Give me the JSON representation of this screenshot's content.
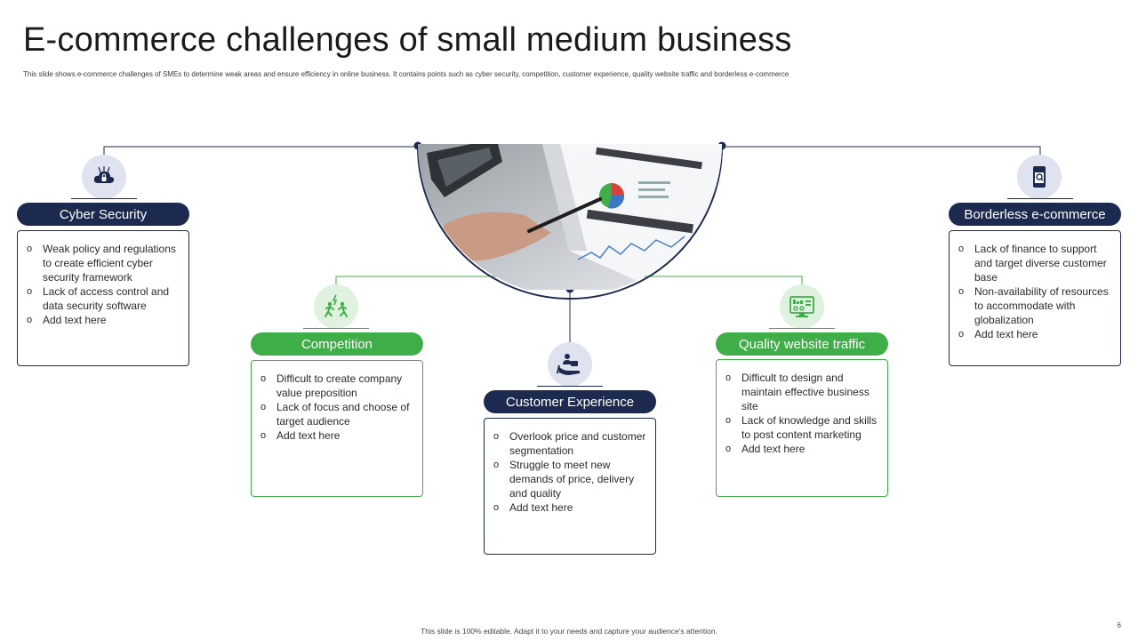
{
  "title": "E-commerce challenges of small medium business",
  "subtitle": "This slide shows e-commerce challenges of SMEs to determine weak areas and ensure efficiency in online business. It contains points such as cyber security, competition, customer experience, quality website traffic and borderless e-commerce",
  "footer": "This slide is 100% editable. Adapt it to your needs and capture your audience's attention.",
  "page_number": "6",
  "colors": {
    "navy": "#1d2a4f",
    "green": "#3fae49",
    "navy_tint": "#dfe3f0",
    "green_tint": "#dff2e0"
  },
  "cards": [
    {
      "heading": "Cyber Security",
      "icon": "cloud-security-icon",
      "bullets": [
        "Weak policy and regulations to create efficient cyber security framework",
        "Lack of access control and data security software",
        "Add text here"
      ]
    },
    {
      "heading": "Competition",
      "icon": "runners-icon",
      "bullets": [
        "Difficult to create company value preposition",
        "Lack of focus and choose of target audience",
        "Add text here"
      ]
    },
    {
      "heading": "Customer Experience",
      "icon": "customer-care-icon",
      "bullets": [
        "Overlook price and customer segmentation",
        "Struggle to meet new demands of price, delivery and quality",
        "Add text here"
      ]
    },
    {
      "heading": "Quality website traffic",
      "icon": "website-analytics-icon",
      "bullets": [
        "Difficult to design and maintain effective business site",
        "Lack of knowledge and skills to post content marketing",
        "Add text here"
      ]
    },
    {
      "heading": "Borderless e-commerce",
      "icon": "online-store-icon",
      "bullets": [
        "Lack of finance to support and target diverse customer base",
        "Non-availability of resources to accommodate with globalization",
        "Add text here"
      ]
    }
  ]
}
